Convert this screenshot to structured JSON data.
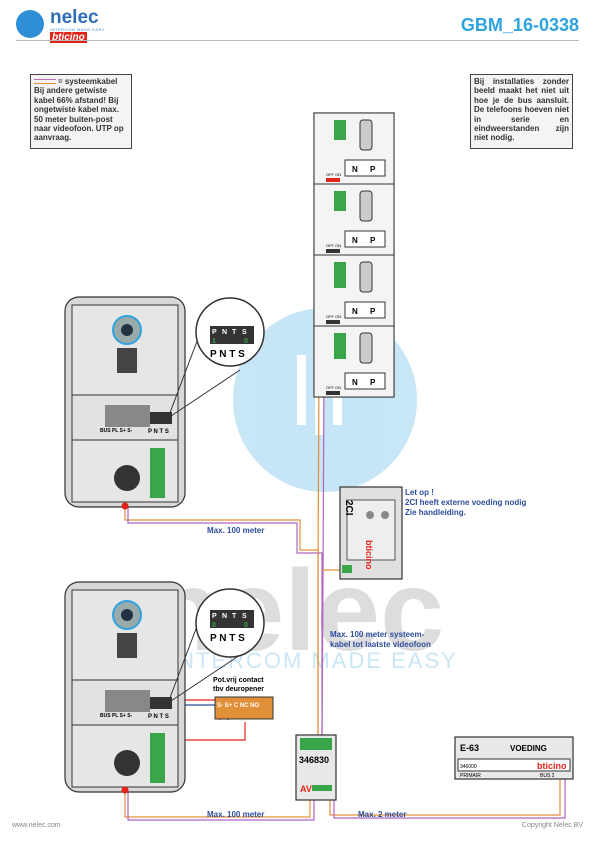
{
  "header": {
    "logo_text": "nelec",
    "logo_tagline": "INTERCOM MADE EASY",
    "brand": "bticino",
    "doc_code": "GBM_16-0338"
  },
  "notes": {
    "legend_label": "= systeemkabel",
    "left_text": "Bij andere getwiste kabel 66% afstand! Bij ongetwiste kabel max. 50 meter buiten-post naar videofoon. UTP op aanvraag.",
    "right_text": "Bij installaties zonder beeld maakt het niet uit hoe je de bus aansluit. De telefoons hoeven niet in serie en eindweerstanden zijn niet nodig."
  },
  "callouts": {
    "voeding_title": "Let op !",
    "voeding_line1": "2CI heeft externe voeding nodig",
    "voeding_line2": "Zie handleiding.",
    "max1": "Max. 100 meter",
    "max2": "Max. 100 meter",
    "max_sys_line1": "Max. 100 meter systeem-",
    "max_sys_line2": "kabel tot laatste videofoon",
    "max_2m": "Max. 2 meter",
    "relay_line1": "Pot.vrij contact",
    "relay_line2": "tbv deuropener"
  },
  "devices": {
    "interface_code": "346830",
    "interface_label": "AV",
    "supply_code": "E-63",
    "supply_label": "VOEDING",
    "supply_part": "346000",
    "supply_brand": "bticino",
    "supply_primair": "PRIMAIR",
    "supply_bus": "BUS 2",
    "splitter_code": "2CI",
    "splitter_brand": "bticino"
  },
  "terminals": {
    "station_head": [
      "P",
      "N",
      "T",
      "S"
    ],
    "station_values": [
      "1",
      "",
      "",
      "0"
    ],
    "station_values_2": [
      "0",
      "",
      "",
      "0"
    ],
    "pnts": "P N T S",
    "bus_labels": "BUS PL S+ S-",
    "monitor_n": "N",
    "monitor_p": "P",
    "off_on": "OFF ON",
    "relay_terms": "S-  S+  C  NC  NO"
  },
  "watermark": {
    "word": "nelec",
    "tagline": "INTERCOM MADE EASY"
  },
  "footer": {
    "left": "www.nelec.com",
    "right": "Copyright Nelec BV"
  },
  "colors": {
    "accent": "#2ea3e0",
    "brand_red": "#e2231a",
    "cable_orange": "#e28f3a",
    "cable_purple": "#b065c0",
    "terminal_green": "#3aa64a"
  }
}
